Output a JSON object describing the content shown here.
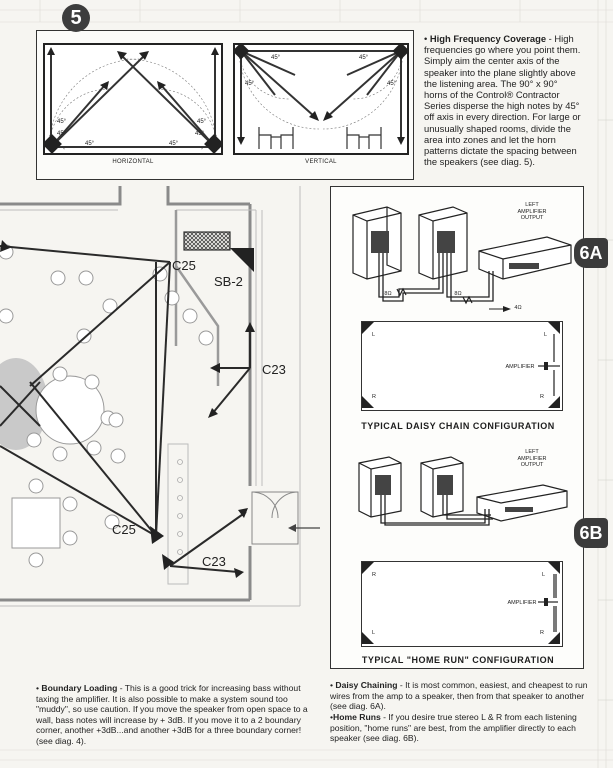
{
  "figure5": {
    "badge": "5",
    "horizontal": {
      "caption": "HORIZONTAL",
      "angles_top": [
        "45°",
        "45°"
      ],
      "angles_side": [
        "45°",
        "45°"
      ],
      "angles_bottom": [
        "45°",
        "45°"
      ]
    },
    "vertical": {
      "caption": "VERTICAL",
      "angles_top": [
        "45°",
        "45°"
      ],
      "angles_side": [
        "45°",
        "45°"
      ]
    }
  },
  "high_frequency": {
    "title": "High Frequency Coverage",
    "lines": [
      "frequencies go where you point them.",
      "Simply aim the center axis of the",
      "speaker into the plane slightly above",
      "the listening area. The 90° x 90°",
      "horns of the Control® Contractor",
      "Series disperse the high notes by 45°",
      "off axis in every direction. For large or",
      "unusually shaped rooms, divide the",
      "area into zones and let the horn",
      "patterns dictate the spacing between",
      "the speakers (see diag. 5)."
    ],
    "first_line_rest": " - High"
  },
  "floorplan": {
    "labels": {
      "c25_top": "C25",
      "sb2": "SB-2",
      "c23_right": "C23",
      "c25_bottom": "C25",
      "c23_bottom": "C23"
    }
  },
  "figure6": {
    "tab_a": "6A",
    "tab_b": "6B",
    "a": {
      "amp_label": "LEFT\nAMPLIFIER\nOUTPUT",
      "ohm_left": "8Ω",
      "ohm_mid": "8Ω",
      "ohm_right": "4Ω",
      "corner_left_top": "L",
      "corner_right_top": "L",
      "corner_left_bottom": "R",
      "corner_right_bottom": "R",
      "amplifier": "AMPLIFIER",
      "caption": "TYPICAL DAISY CHAIN CONFIGURATION"
    },
    "b": {
      "amp_label": "LEFT\nAMPLIFIER\nOUTPUT",
      "corner_left_top": "R",
      "corner_right_top": "L",
      "corner_left_bottom": "L",
      "corner_right_bottom": "R",
      "amplifier": "AMPLIFIER",
      "caption": "TYPICAL \"HOME RUN\" CONFIGURATION"
    }
  },
  "boundary_loading": {
    "title": "Boundary Loading",
    "rest": " - This is a good trick for increasing bass without taxing the amplifier. It is also possible to make a system sound too \"muddy\", so use caution. If you move the speaker from open space to a wall, bass notes will increase by + 3dB. If you move it to a 2 boundary corner, another +3dB...and another +3dB for a three boundary corner! (see diag. 4)."
  },
  "daisy_chaining": {
    "title": "Daisy Chaining",
    "rest": " - It is most common, easiest, and cheapest to run wires from the amp to a speaker, then from  that speaker to another (see diag. 6A)."
  },
  "home_runs": {
    "title": "Home Runs",
    "rest": " - If you desire true stereo L & R from each listening position, \"home runs\" are best, from the amplifier directly to each speaker (see diag. 6B)."
  }
}
